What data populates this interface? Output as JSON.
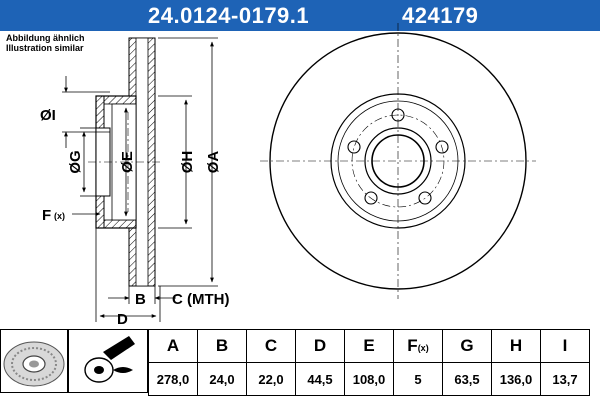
{
  "header": {
    "part_number": "24.0124-0179.1",
    "reference": "424179"
  },
  "note": {
    "line1": "Abbildung ähnlich",
    "line2": "Illustration similar"
  },
  "dim_labels": {
    "i": "ØI",
    "g": "ØG",
    "e": "ØE",
    "h": "ØH",
    "a": "ØA",
    "f": "F",
    "f_sub": "(x)",
    "b": "B",
    "c": "C (MTH)",
    "d": "D"
  },
  "table": {
    "headers": [
      "A",
      "B",
      "C",
      "D",
      "E",
      "F",
      "G",
      "H",
      "I"
    ],
    "f_sub": "(x)",
    "values": [
      "278,0",
      "24,0",
      "22,0",
      "44,5",
      "108,0",
      "5",
      "63,5",
      "136,0",
      "13,7"
    ]
  },
  "colors": {
    "header_bg": "#1e63b6",
    "header_text": "#ffffff",
    "line": "#000000"
  },
  "icons": [
    "disc-photo-icon",
    "brake-disc-icon"
  ]
}
